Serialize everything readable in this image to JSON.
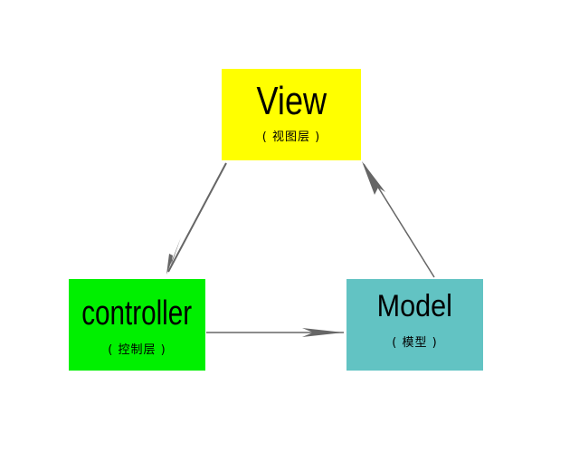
{
  "colors": {
    "view": "#ffff00",
    "controller": "#00f000",
    "model": "#62c3c3",
    "arrow": "#666666"
  },
  "nodes": {
    "view": {
      "title": "View",
      "subtitle": "( 视图层 )"
    },
    "controller": {
      "title": "controller",
      "subtitle": "( 控制层 )"
    },
    "model": {
      "title": "Model",
      "subtitle": "( 模型 )"
    }
  },
  "edges": [
    {
      "from": "view",
      "to": "controller"
    },
    {
      "from": "controller",
      "to": "model"
    },
    {
      "from": "model",
      "to": "view"
    }
  ]
}
